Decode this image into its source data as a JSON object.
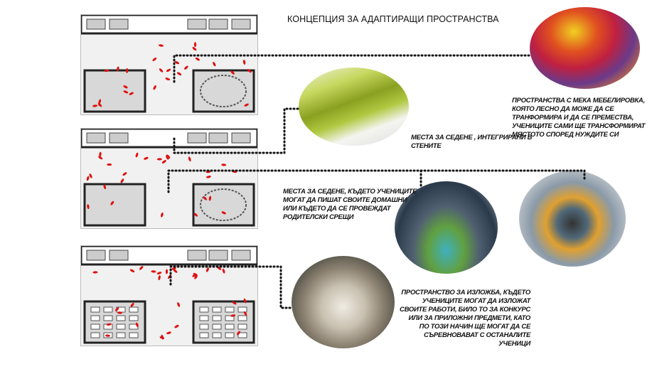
{
  "title": "КОНЦЕПЦИЯ ЗА АДАПТИРАЩИ ПРОСТРАНСТВА",
  "captions": {
    "soft_furniture": [
      "ПРОСТРАНСТВА С МЕКА МЕБЕЛИРОВКА,",
      "КОЯТО  ЛЕСНО ДА МОЖЕ ДА СЕ",
      "ТРАНФОРМИРА И ДА СЕ ПРЕМЕСТВА,",
      "УЧЕНИЦИТЕ САМИ ЩЕ ТРАНСФОРМИРАТ",
      "МЯСТОТО СПОРЕД НУЖДИТЕ СИ"
    ],
    "wall_seating": [
      "МЕСТА ЗА СЕДЕНЕ , ИНТЕГРИРАНИ В",
      "СТЕНИТЕ"
    ],
    "homework_seating": [
      "МЕСТА ЗА СЕДЕНЕ, КЪДЕТО УЧЕНИЦИТЕ",
      "МОГАТ ДА ПИШАТ СВОИТЕ ДОМАШНИ",
      "ИЛИ КЪДЕТО ДА СЕ ПРОВЕЖДАТ",
      "РОДИТЕЛСКИ СРЕЩИ"
    ],
    "exhibition": [
      "ПРОСТРАНСТВО ЗА ИЗЛОЖБА, КЪДЕТО",
      "УЧЕНИЦИТЕ МОГАТ ДА ИЗЛОЖАТ",
      "СВОИТЕ РАБОТИ, БИЛО ТО  ЗА КОНКУРС",
      "ИЛИ ЗА ПРИЛОЖНИ ПРЕДМЕТИ, КАТО",
      "ПО ТОЗИ НАЧИН ЩЕ МОГАТ ДА СЕ",
      "СЪРЕВНОВАВАТ С ОСТАНАЛИТЕ",
      "УЧЕНИЦИ"
    ]
  },
  "colors": {
    "accent_red": "#e01010",
    "wall": "#222222",
    "room_fill": "#d8d8d8"
  }
}
